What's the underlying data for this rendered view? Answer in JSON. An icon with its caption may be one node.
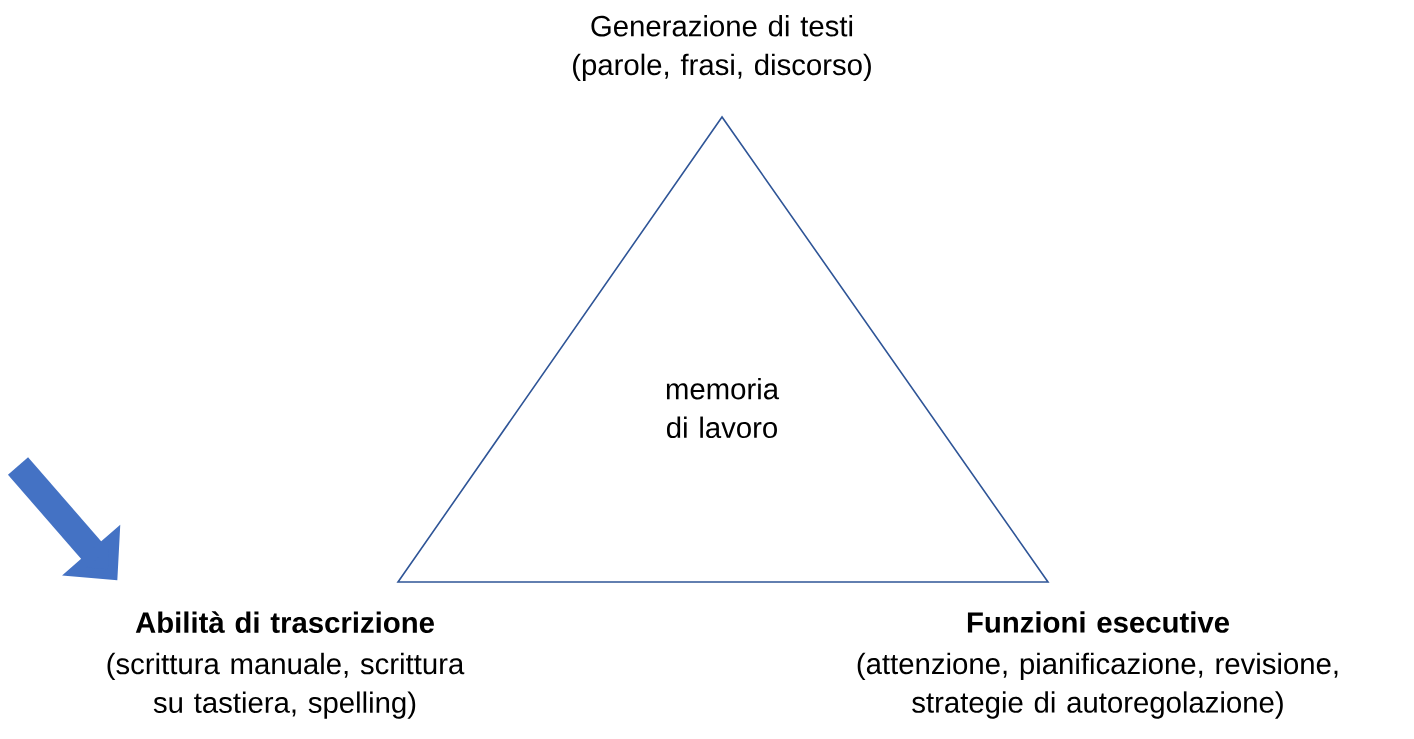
{
  "diagram": {
    "nodes": [
      {
        "text": [
          "Generazione di testi (parole, frasi, discorso)"
        ]
      },
      {
        "text": [
          "memoria di lavoro"
        ]
      },
      {
        "text": [
          "Abilità di trascrizione",
          "(scrittura manuale, scrittura su tastiera, spelling)"
        ]
      },
      {
        "text": [
          "Funzioni esecutive",
          "(attenzione, pianificazione, revisione, strategie di autoregolazione)"
        ]
      }
    ],
    "edges": [
      {
        "from": null,
        "to": 2,
        "arrow": "to"
      }
    ]
  }
}
